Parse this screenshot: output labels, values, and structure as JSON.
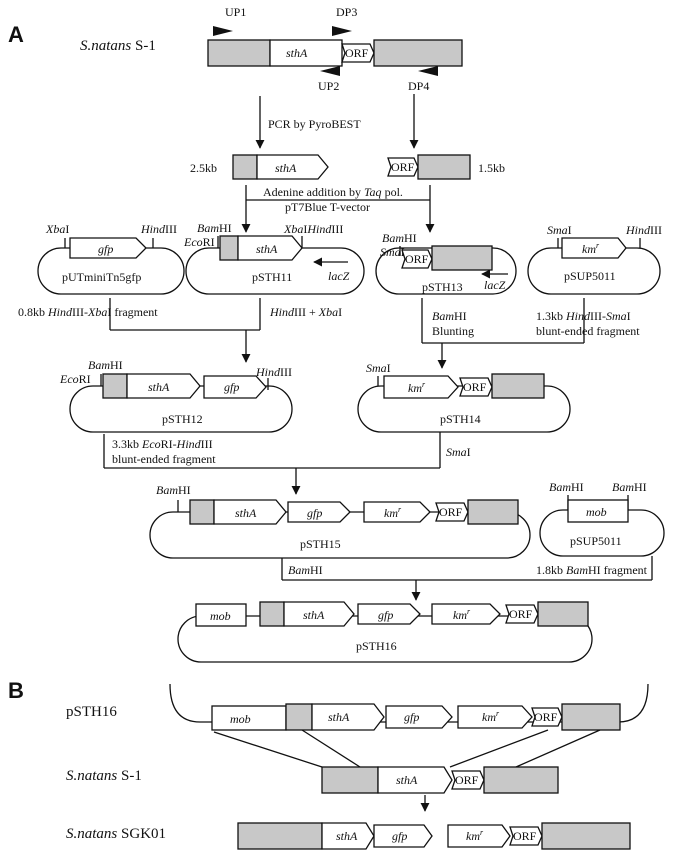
{
  "panels": {
    "a": "A",
    "b": "B"
  },
  "organisms": {
    "sn_s1": "S.natans",
    "s1_suffix": " S-1",
    "sn_sgk01": "S.natans",
    "sgk01_suffix": " SGK01"
  },
  "primers": {
    "up1": "UP1",
    "dp3": "DP3",
    "up2": "UP2",
    "dp4": "DP4"
  },
  "genes": {
    "stha": "sthA",
    "orf": "ORF",
    "gfp": "gfp",
    "km": "km",
    "km_sup": "r",
    "lacz": "lacZ",
    "mob": "mob"
  },
  "steps": {
    "pcr": "PCR by PyroBEST",
    "size_25": "2.5kb",
    "size_15": "1.5kb",
    "adenine_a": "Adenine addition by ",
    "adenine_b": "Taq",
    "adenine_c": " pol.",
    "t_vector": "pT7Blue T-vector",
    "frag_08_a": "0.8kb ",
    "frag_08_b": "Hind",
    "frag_08_c": "III-",
    "frag_08_d": "Xba",
    "frag_08_e": "I  fragment",
    "hind_xba_a": "Hind",
    "hind_xba_b": "III + ",
    "hind_xba_c": "Xba",
    "hind_xba_d": "I",
    "bam_blunt_a": "Bam",
    "bam_blunt_b": "HI",
    "blunting": "Blunting",
    "frag_13_a": "1.3kb ",
    "frag_13_b": "Hind",
    "frag_13_c": "III-",
    "frag_13_d": "Sma",
    "frag_13_e": "I",
    "blunt_frag": "blunt-ended  fragment",
    "frag_33_a": "3.3kb ",
    "frag_33_b": "Eco",
    "frag_33_c": "RI-",
    "frag_33_d": "Hind",
    "frag_33_e": "III",
    "blunt_frag2": "blunt-ended  fragment",
    "sma_a": "Sma",
    "sma_b": "I",
    "bam_a": "Bam",
    "bam_b": "HI",
    "frag_18_a": "1.8kb ",
    "frag_18_b": "Bam",
    "frag_18_c": "HI fragment"
  },
  "sites": {
    "xba_i": "Xba",
    "xba_ii": "I",
    "hind_i": "Hind",
    "hind_ii": "III",
    "bam_i": "Bam",
    "bam_ii": "HI",
    "eco_i": "Eco",
    "eco_ii": "RI",
    "sma_i": "Sma",
    "sma_ii": "I",
    "xbahind": "XbaI",
    "hindiii": "HindIII"
  },
  "plasmids": {
    "putmini": "pUTminiTn5gfp",
    "psth11": "pSTH11",
    "psth13": "pSTH13",
    "psup5011_a": "pSUP5011",
    "psth12": "pSTH12",
    "psth14": "pSTH14",
    "psth15": "pSTH15",
    "psup5011_b": "pSUP5011",
    "psth16": "pSTH16",
    "psth16_b": "pSTH16"
  }
}
